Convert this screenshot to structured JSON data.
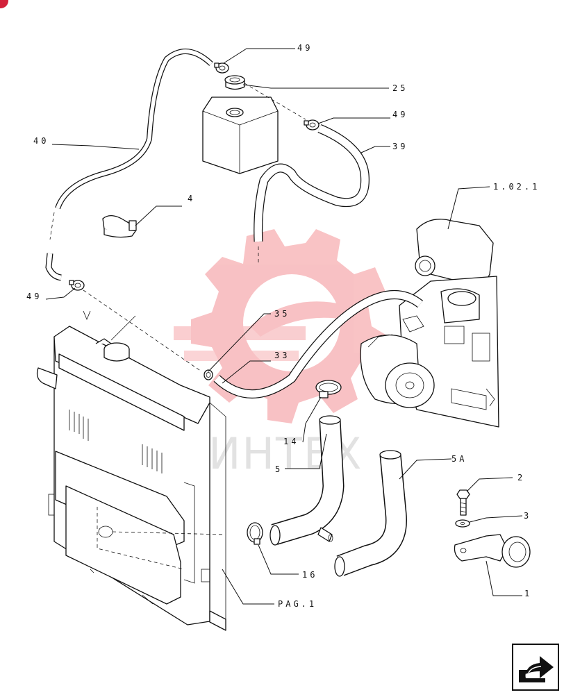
{
  "diagram": {
    "callouts": {
      "c49_top": "49",
      "c25": "25",
      "c49_mid": "49",
      "c39": "39",
      "c40": "40",
      "c4": "4",
      "c1021": "1.02.1",
      "c49_left": "49",
      "c35": "35",
      "c33": "33",
      "c14": "14",
      "c5": "5",
      "c5A": "5A",
      "c2": "2",
      "c3": "3",
      "c16": "16",
      "c1": "1",
      "pag": "PAG.1"
    },
    "watermark": {
      "text": "ИНТЕХ",
      "color": "#e8262f"
    },
    "nav_icon": "next-page-arrow-icon",
    "badge_color": "#d3213a"
  }
}
